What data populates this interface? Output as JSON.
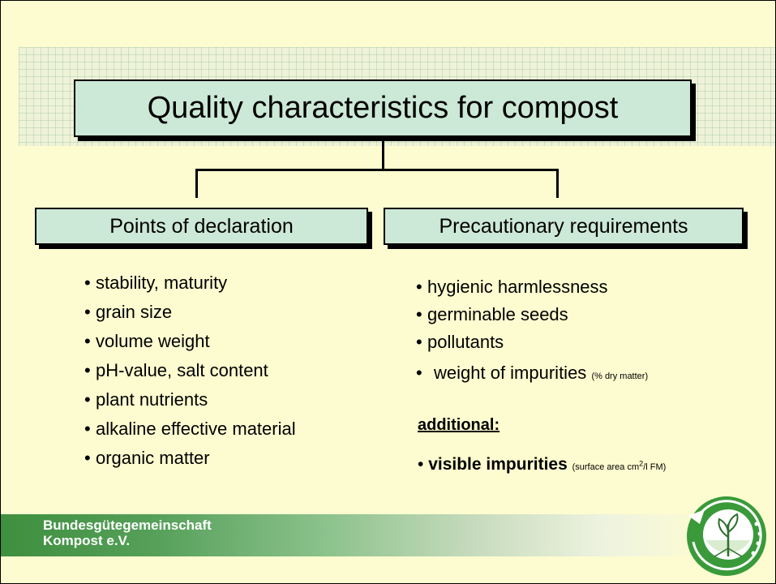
{
  "title": "Quality characteristics for compost",
  "left_box": "Points of declaration",
  "right_box": "Precautionary requirements",
  "left_items": [
    "stability, maturity",
    "grain size",
    "volume weight",
    "pH-value, salt content",
    "plant nutrients",
    "alkaline effective material",
    "organic matter"
  ],
  "right_items": [
    "hygienic harmlessness",
    "germinable seeds",
    "pollutants",
    "weight of impurities"
  ],
  "right_item_note": "(% dry matter)",
  "additional_label": "additional:",
  "visible_item": "visible impurities",
  "visible_note_prefix": "(surface area cm",
  "visible_note_sup": "2",
  "visible_note_suffix": "/l FM)",
  "bullet": "•",
  "organization": {
    "line1": "Bundesgütegemeinschaft",
    "line2": "Kompost e.V."
  },
  "colors": {
    "background": "#fdfcd0",
    "box_fill": "#cce8d6",
    "footer_green": "#3e8f3e",
    "logo_green": "#3a9a3a"
  }
}
